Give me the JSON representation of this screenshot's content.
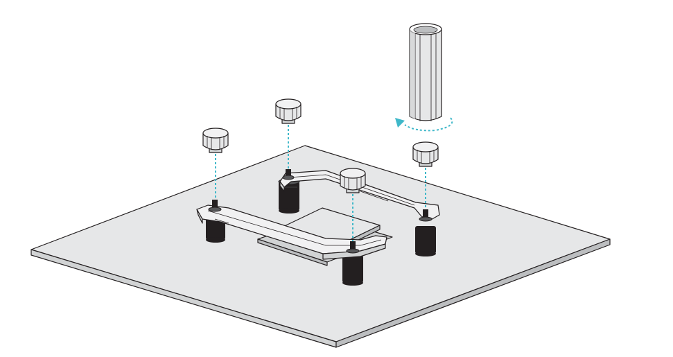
{
  "colors": {
    "board_top": "#e6e7e8",
    "board_edge": "#d1d3d4",
    "outline": "#231f20",
    "guide": "#3fb8c9",
    "standoff": "#231f20",
    "nut": "#e6e7e8",
    "bracket": "#f1f1f2",
    "cpu": "#e6e7e8"
  },
  "icons": {
    "tool": "socket-tool-icon",
    "rotate": "rotate-arrow-icon"
  },
  "parts": {
    "nuts": 4,
    "standoffs": 4,
    "brackets": 2
  }
}
